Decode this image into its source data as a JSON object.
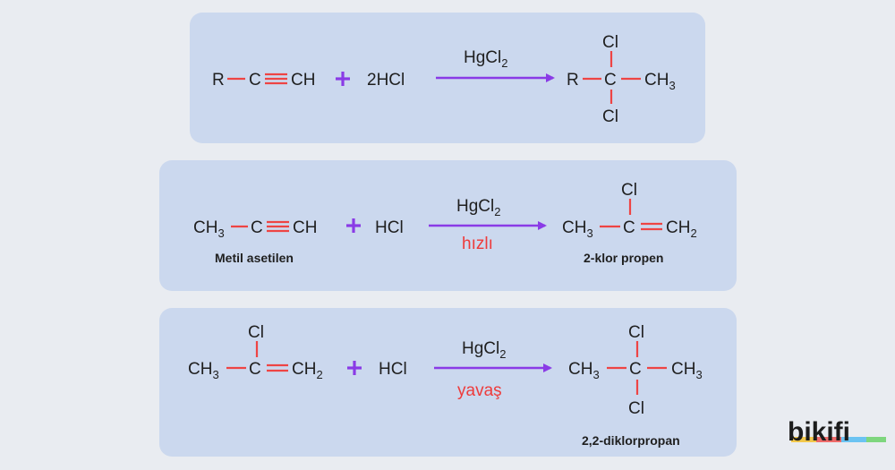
{
  "reaction1": {
    "r_left": "R",
    "c_left": "C",
    "ch": "CH",
    "reagent": "2HCl",
    "catalyst": "HgCl",
    "catalyst_sub": "2",
    "r_right": "R",
    "c_right": "C",
    "cl_top": "Cl",
    "cl_bottom": "Cl",
    "ch3": "CH",
    "ch3_sub": "3"
  },
  "reaction2": {
    "ch3": "CH",
    "ch3_sub": "3",
    "c": "C",
    "ch": "CH",
    "reagent": "HCl",
    "catalyst": "HgCl",
    "catalyst_sub": "2",
    "condition": "hızlı",
    "reactant_name": "Metil asetilen",
    "p_ch3": "CH",
    "p_ch3_sub": "3",
    "p_c": "C",
    "p_cl": "Cl",
    "p_ch2": "CH",
    "p_ch2_sub": "2",
    "product_name": "2-klor propen"
  },
  "reaction3": {
    "cl": "Cl",
    "ch3": "CH",
    "ch3_sub": "3",
    "c": "C",
    "ch2": "CH",
    "ch2_sub": "2",
    "reagent": "HCl",
    "catalyst": "HgCl",
    "catalyst_sub": "2",
    "condition": "yavaş",
    "p_ch3_left": "CH",
    "p_ch3_left_sub": "3",
    "p_c": "C",
    "p_cl_top": "Cl",
    "p_cl_bottom": "Cl",
    "p_ch3_right": "CH",
    "p_ch3_right_sub": "3",
    "product_name": "2,2-diklorpropan"
  },
  "logo": {
    "text": "bikifi",
    "bar_colors": [
      "#f2c84b",
      "#ee6b6b",
      "#6bc3f2",
      "#7ed67e"
    ]
  }
}
